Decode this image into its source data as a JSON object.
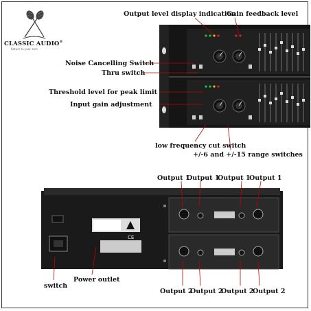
{
  "brand": {
    "name": "CLASSIC AUDIO",
    "trademark": "®",
    "tagline": "Return to your ears"
  },
  "front_labels": {
    "output_level_display": "Output level display indication",
    "gain_feedback_level": "Gain feedback level",
    "noise_cancelling_switch": "Noise Cancelling Switch",
    "thru_switch": "Thru switch",
    "threshold_level": "Threshold level for peak limit",
    "input_gain_adjustment": "Input gain adjustment",
    "low_freq_cut_switch": "low frequency cut switch",
    "range_switches": "+/-6 and +/-15 range switches"
  },
  "rear_labels": {
    "output1": [
      "Output 1",
      "Output 1",
      "Output 1",
      "Output 1"
    ],
    "output2": [
      "Output 2",
      "Output 2",
      "Output 2",
      "Output 2"
    ],
    "switch": "switch",
    "power_outlet": "Power outlet"
  },
  "colors": {
    "device_body": "#1a1a1a",
    "panel": "#2a2a2a",
    "led_red": "#e02020",
    "led_green": "#20c040",
    "led_yellow": "#e0c020",
    "label_text": "#111111"
  }
}
